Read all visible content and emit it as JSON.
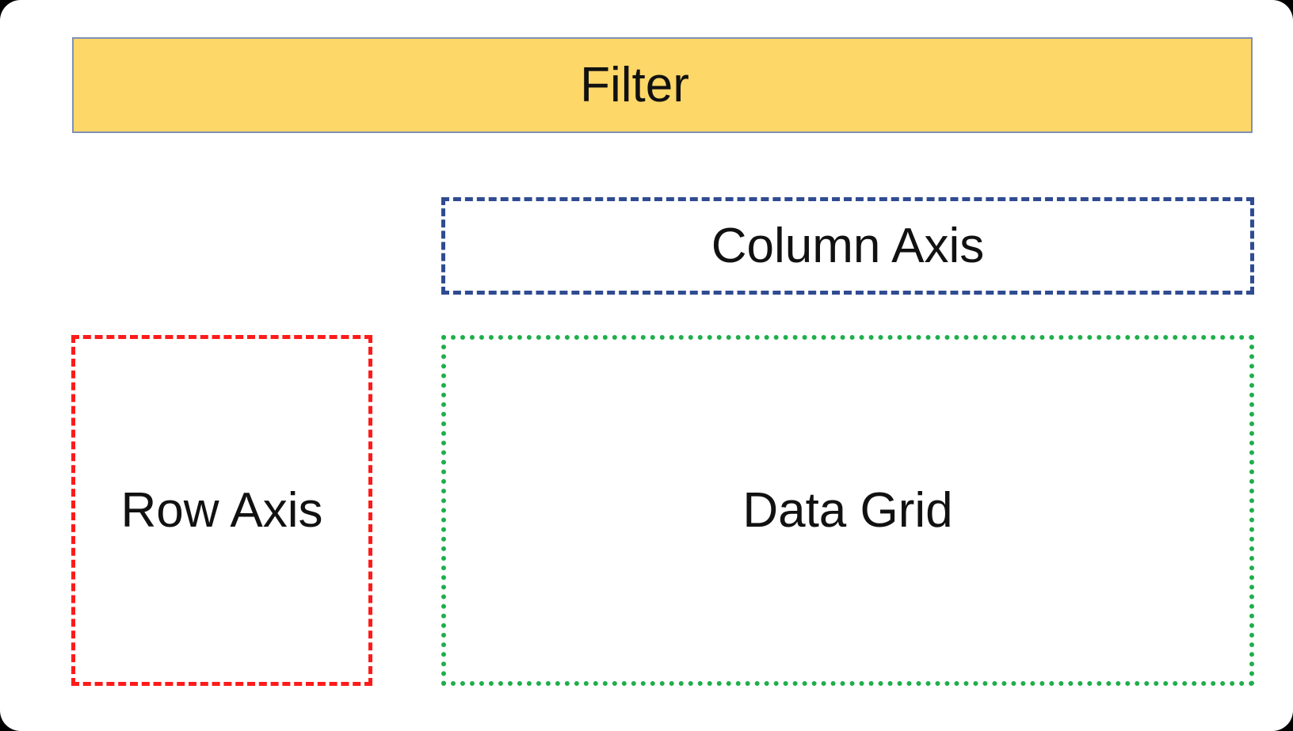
{
  "diagram": {
    "filter": {
      "label": "Filter",
      "fill_color": "#fdd767",
      "border_color": "#7f8fb8"
    },
    "column_axis": {
      "label": "Column Axis",
      "border_color": "#2f4b92",
      "border_style": "dashed"
    },
    "row_axis": {
      "label": "Row Axis",
      "border_color": "#ff1a1a",
      "border_style": "dashed"
    },
    "data_grid": {
      "label": "Data Grid",
      "border_color": "#1fae4b",
      "border_style": "dotted"
    }
  }
}
